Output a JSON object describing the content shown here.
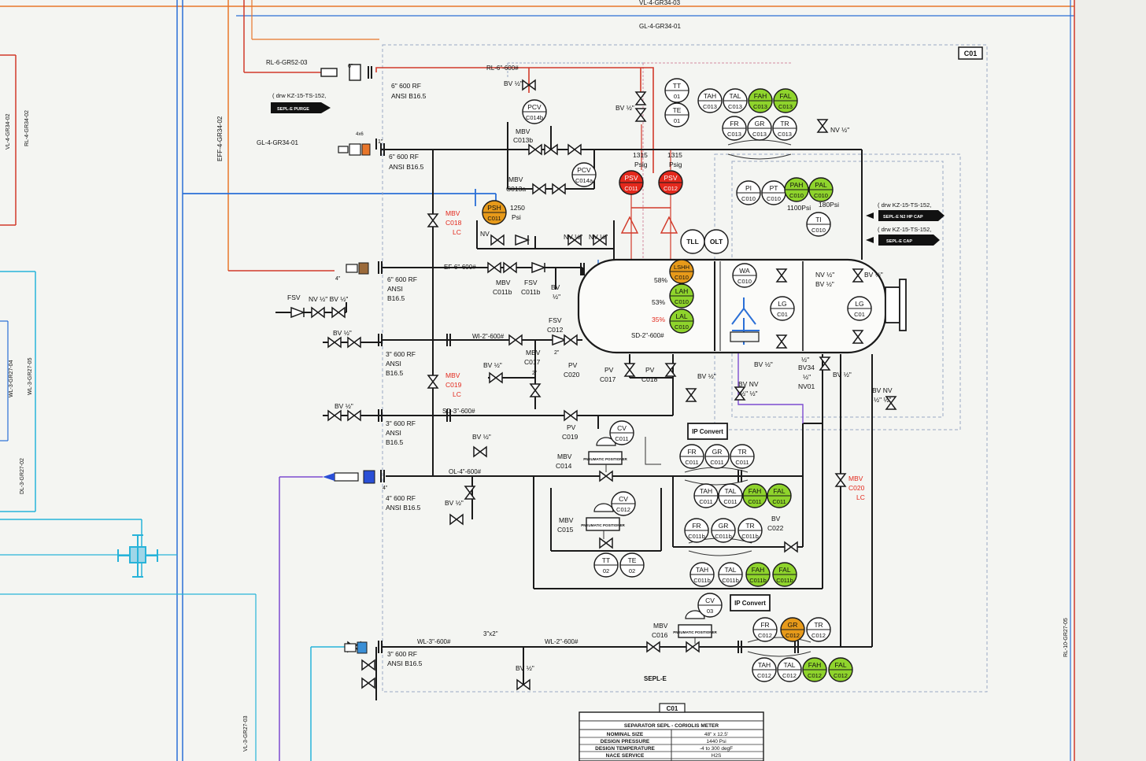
{
  "colors": {
    "sheet": "#f4f5f2",
    "blue": "#2a6fd6",
    "cyan": "#27b3d9",
    "red": "#d23a2a",
    "orange": "#e8762a",
    "purple": "#7c4bd0",
    "green": "#8fd42c",
    "amber": "#e79a1a",
    "alarm_red": "#e3281c"
  },
  "frame": {
    "corner_tag": "C01",
    "equipment_tag": "SEPL-E"
  },
  "line_labels": {
    "gl_gr34_03": "VL-4-GR34-03",
    "gl_gr34_01_top": "GL-4-GR34-01",
    "rl_gr52_03": "RL-6-GR52-03",
    "rl_6_600": "RL-6\"-600#",
    "gl_gr34_01_left": "GL-4-GR34-01",
    "eff_gr34_02": "EFF-4-GR34-02",
    "vl_gr34_02": "VL-4-GR34-02",
    "rl_gr34_02": "RL-4-GR34-02",
    "wl_gr27_04": "WL-3-GR27-04",
    "wl_gr27_05": "WL-3-GR27-05",
    "dl_gr27_02": "DL-3-GR27-02",
    "vl_gr27_03": "VL-3-GR27-03",
    "rl_10_gr27_05": "RL-10-GR27-05",
    "ef_6_600": "EF-6\"-600#",
    "wi_2_600": "WI-2\"-600#",
    "sd_3_600": "SD-3\"-600#",
    "sd_2_600": "SD-2\"-600#",
    "ol_4_600": "OL-4\"-600#",
    "wl_3_600": "WL-3\"-600#",
    "wl_2_600": "WL-2\"-600#",
    "reducer_3x2": "3\"x2\""
  },
  "drawing_refs": {
    "purge_ref": "( drw KZ-15-TS-152,",
    "purge_badge": "SEPL-E PURGE",
    "hp_ref": "( drw KZ-15-TS-152,",
    "hp_badge": "SEPL-E N2 HP CAP",
    "cap_ref": "( drw KZ-15-TS-152,",
    "cap_badge": "SEPL-E CAP"
  },
  "nozzle_notes": {
    "n1_a": "6\" 600 RF",
    "n1_b": "ANSI B16.5",
    "n2_a": "6\" 600 RF",
    "n2_b": "ANSI B16.5",
    "n3_a": "6\" 600 RF",
    "n3_b": "ANSI",
    "n3_c": "B16.5",
    "n4_a": "3\" 600 RF",
    "n4_b": "ANSI",
    "n4_c": "B16.5",
    "n5_a": "3\" 600 RF",
    "n5_b": "ANSI",
    "n5_c": "B16.5",
    "n6_a": "4\" 600 RF",
    "n6_b": "ANSI B16.5",
    "n7_a": "3\" 600 RF",
    "n7_b": "ANSI B16.5",
    "sz_6": "6\"",
    "sz_4x6": "4x6",
    "sz_1": "1\"",
    "sz_4": "4\"",
    "sz_4b": "4\"",
    "sz_2": "2\"",
    "sz_2b": "2\""
  },
  "valve_labels": {
    "bv_half_a": "BV ½\"",
    "bv_half_b": "BV ½\"",
    "mbv_c013b_a": "MBV",
    "mbv_c013b_b": "C013b",
    "mbv_c013a_a": "MBV",
    "mbv_c013a_b": "C013a",
    "mbv_c018_a": "MBV",
    "mbv_c018_b": "C018",
    "mbv_c018_c": "LC",
    "mbv_c019_a": "MBV",
    "mbv_c019_b": "C019",
    "mbv_c019_c": "LC",
    "mbv_c020_a": "MBV",
    "mbv_c020_b": "C020",
    "mbv_c020_c": "LC",
    "nv_a": "NV",
    "nv_b": "NV ½\"",
    "nv_c": "NV ½\"",
    "fsv_left": "FSV",
    "nv_bv_left": "NV ½\" BV ½\"",
    "mbv_c011b_a": "MBV",
    "mbv_c011b_b": "C011b",
    "fsv_c011b_a": "FSV",
    "fsv_c011b_b": "C011b",
    "bv_small": "BV",
    "bv_small_b": "½\"",
    "bv_left_1": "BV ½\"",
    "bv_left_2": "BV ½\"",
    "fsv_c012_a": "FSV",
    "fsv_c012_b": "C012",
    "mbv_c017_a": "MBV",
    "mbv_c017_b": "C017",
    "bv_mid": "BV ½\"",
    "pv_c020_a": "PV",
    "pv_c020_b": "C020",
    "pv_c017_a": "PV",
    "pv_c017_b": "C017",
    "pv_c018_a": "PV",
    "pv_c018_b": "C018",
    "bv_c018": "BV ½\"",
    "pv_c019_a": "PV",
    "pv_c019_b": "C019",
    "bv_c019": "BV ½\"",
    "mbv_c014_a": "MBV",
    "mbv_c014_b": "C014",
    "bv_ol": "BV ½\"",
    "mbv_c015_a": "MBV",
    "mbv_c015_b": "C015",
    "bv_c022_a": "BV",
    "bv_c022_b": "C022",
    "mbv_c016_a": "MBV",
    "mbv_c016_b": "C016",
    "bv_wl": "BV ½\"",
    "bv_vessel_a": "BV ½\"",
    "bv_vessel_b": "BV ½\"",
    "bv_vessel_c": "BV ½\"",
    "bv34_a": "½\"",
    "bv34_b": "BV34",
    "bv34_c": "½\"",
    "bv34_d": "NV01",
    "bvnv_a": "BV NV",
    "bvnv_b": "½\"  ½\"",
    "bvnv_c": "BV NV",
    "bvnv_d": "½\"  ½\"",
    "nv_bv_vessel": "NV ½\"",
    "bv_vessel_top": "BV ½\"",
    "bv_vessel_top2": "BV ½\"",
    "nv_top_right": "NV ½\"",
    "psig_1315_a": "1315",
    "psig_1315_b": "Psig",
    "psig_1315_c": "1315",
    "psig_1315_d": "Psig",
    "psh_1250_a": "1250",
    "psh_1250_b": "Psi",
    "pah_1100": "1100Psi",
    "pal_180": "180Psi",
    "lv_58": "58%",
    "lv_53": "53%",
    "lv_35": "35%",
    "positioner": "PNEUMATIC POSITIONER",
    "ip_convert_1": "IP Convert",
    "ip_convert_2": "IP Convert"
  },
  "instruments": [
    {
      "t": "TT",
      "b": "01"
    },
    {
      "t": "TE",
      "b": "01"
    },
    {
      "t": "TAH",
      "b": "C013"
    },
    {
      "t": "TAL",
      "b": "C013"
    },
    {
      "t": "FAH",
      "b": "C013"
    },
    {
      "t": "FAL",
      "b": "C013"
    },
    {
      "t": "FR",
      "b": "C013"
    },
    {
      "t": "GR",
      "b": "C013"
    },
    {
      "t": "TR",
      "b": "C013"
    },
    {
      "t": "PCV",
      "b": "C014b"
    },
    {
      "t": "PCV",
      "b": "C014a"
    },
    {
      "t": "PSV",
      "b": "C011"
    },
    {
      "t": "PSV",
      "b": "C012"
    },
    {
      "t": "PSH",
      "b": "C011"
    },
    {
      "t": "PI",
      "b": "C010"
    },
    {
      "t": "PT",
      "b": "C010"
    },
    {
      "t": "PAH",
      "b": "C010"
    },
    {
      "t": "PAL",
      "b": "C010"
    },
    {
      "t": "TI",
      "b": "C010"
    },
    {
      "t": "TLL",
      "b": ""
    },
    {
      "t": "OLT",
      "b": ""
    },
    {
      "t": "LSHH",
      "b": "C010"
    },
    {
      "t": "LAH",
      "b": "C010"
    },
    {
      "t": "LAL",
      "b": "C010"
    },
    {
      "t": "WA",
      "b": "C010"
    },
    {
      "t": "LG",
      "b": "C01"
    },
    {
      "t": "LG",
      "b": "C01"
    },
    {
      "t": "CV",
      "b": "C011"
    },
    {
      "t": "CV",
      "b": "C012"
    },
    {
      "t": "CV",
      "b": "03"
    },
    {
      "t": "FR",
      "b": "C011"
    },
    {
      "t": "GR",
      "b": "C011"
    },
    {
      "t": "TR",
      "b": "C011"
    },
    {
      "t": "TAH",
      "b": "C011"
    },
    {
      "t": "TAL",
      "b": "C011"
    },
    {
      "t": "FAH",
      "b": "C011"
    },
    {
      "t": "FAL",
      "b": "C011"
    },
    {
      "t": "FR",
      "b": "C011b"
    },
    {
      "t": "GR",
      "b": "C011b"
    },
    {
      "t": "TR",
      "b": "C011b"
    },
    {
      "t": "TAH",
      "b": "C011b"
    },
    {
      "t": "TAL",
      "b": "C011b"
    },
    {
      "t": "FAH",
      "b": "C011b"
    },
    {
      "t": "FAL",
      "b": "C011b"
    },
    {
      "t": "TT",
      "b": "02"
    },
    {
      "t": "TE",
      "b": "02"
    },
    {
      "t": "FR",
      "b": "C012"
    },
    {
      "t": "GR",
      "b": "C012"
    },
    {
      "t": "TR",
      "b": "C012"
    },
    {
      "t": "TAH",
      "b": "C012"
    },
    {
      "t": "TAL",
      "b": "C012"
    },
    {
      "t": "FAH",
      "b": "C012"
    },
    {
      "t": "FAL",
      "b": "C012"
    }
  ],
  "title_block": {
    "tag": "C01",
    "title": "SEPARATOR SEPL - CORIOLIS METER",
    "rows": [
      {
        "k": "NOMINAL SIZE",
        "v": "48\" x 12.5'"
      },
      {
        "k": "DESIGN PRESSURE",
        "v": "1440 Psi"
      },
      {
        "k": "DESIGN TEMPERATURE",
        "v": "-4 to 300 degF"
      },
      {
        "k": "NACE SERVICE",
        "v": "H2S"
      }
    ]
  }
}
